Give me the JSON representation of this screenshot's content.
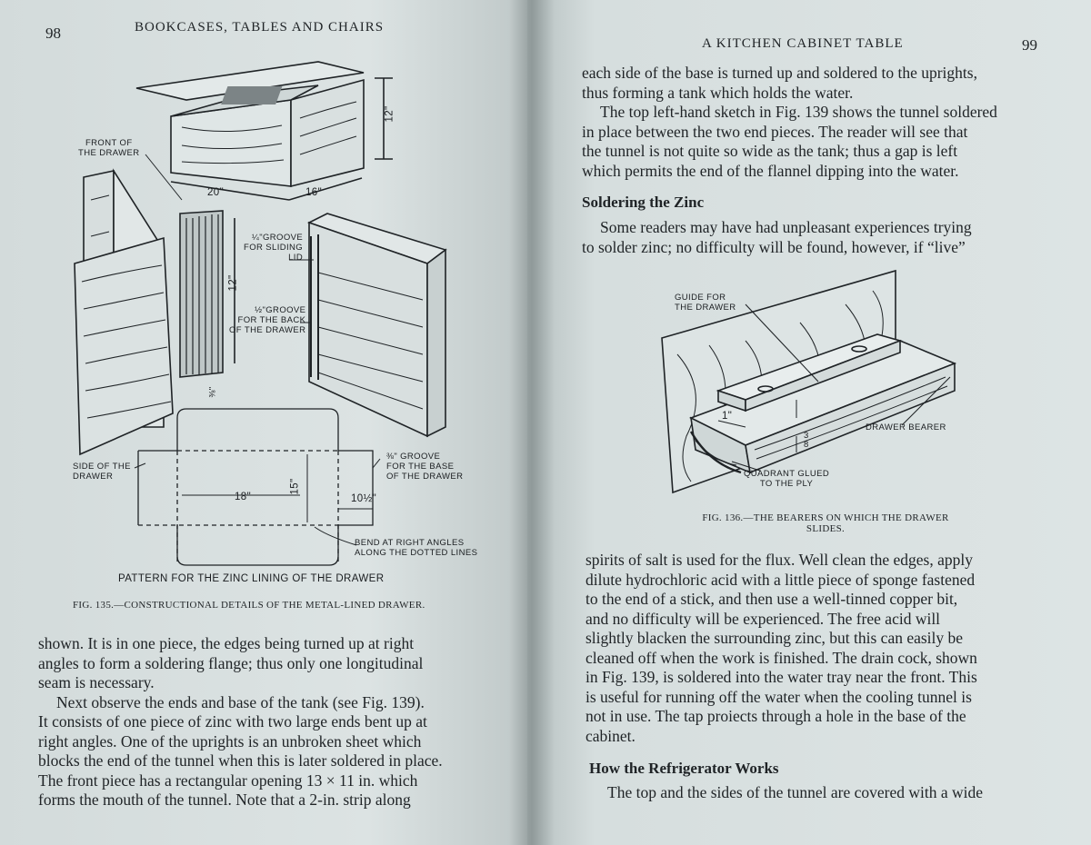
{
  "left_page": {
    "page_number": "98",
    "running_head": "BOOKCASES, TABLES AND CHAIRS",
    "figure": {
      "labels": {
        "front_of_drawer": "FRONT OF\nTHE DRAWER",
        "dim_20": "20\"",
        "dim_16": "16\"",
        "dim_12_top": "12\"",
        "groove_lid": "¼\"GROOVE\nFOR SLIDING\nLID",
        "groove_back": "½\"GROOVE\nFOR THE BACK\nOF THE DRAWER",
        "dim_12_side": "12\"",
        "dim_3_8": "⅜\"",
        "side_of_drawer": "SIDE OF THE\nDRAWER",
        "groove_base": "⅜\" GROOVE\nFOR THE BASE\nOF THE DRAWER",
        "dim_18": "18\"",
        "dim_15": "15\"",
        "dim_10_half": "10½\"",
        "bend_note": "BEND AT RIGHT ANGLES\nALONG THE DOTTED LINES",
        "pattern_title": "PATTERN FOR THE ZINC LINING OF THE DRAWER"
      },
      "caption_num": "FIG. 135.",
      "caption_text": "—CONSTRUCTIONAL DETAILS OF THE METAL-LINED DRAWER."
    },
    "paragraph_1": [
      "shown. It is in one piece, the edges being turned up at right",
      "angles to form a soldering flange; thus only one longitudinal",
      "seam is necessary."
    ],
    "paragraph_2": [
      "Next observe the ends and base of the tank (see Fig. 139).",
      "It consists of one piece of zinc with two large ends bent up at",
      "right angles. One of the uprights is an unbroken sheet which",
      "blocks the end of the tunnel when this is later soldered in place.",
      "The front piece has a rectangular opening 13 × 11 in. which",
      "forms the mouth of the tunnel. Note that a 2-in. strip along"
    ]
  },
  "right_page": {
    "page_number": "99",
    "running_head": "A KITCHEN CABINET TABLE",
    "paragraph_1": [
      "each side of the base is turned up and soldered to the uprights,",
      "thus forming a tank which holds the water."
    ],
    "paragraph_2": [
      "The top left-hand sketch in Fig. 139 shows the tunnel soldered",
      "in place between the two end pieces. The reader will see that",
      "the tunnel is not quite so wide as the tank; thus a gap is left",
      "which permits the end of the flannel dipping into the water."
    ],
    "heading_1": "Soldering the Zinc",
    "paragraph_3": [
      "Some readers may have had unpleasant experiences trying",
      "to solder zinc; no difficulty will be found, however, if “live”"
    ],
    "figure": {
      "labels": {
        "guide": "GUIDE FOR\nTHE DRAWER",
        "dim_1": "1\"",
        "dim_3_8": "3\n8",
        "bearer": "DRAWER BEARER",
        "quadrant": "QUADRANT GLUED\nTO THE PLY"
      },
      "caption_num": "FIG. 136.",
      "caption_line1": "—THE BEARERS ON WHICH THE DRAWER",
      "caption_line2": "SLIDES."
    },
    "paragraph_4": [
      "spirits of salt is used for the flux. Well clean the edges, apply",
      "dilute hydrochloric acid with a little piece of sponge fastened",
      "to the end of a stick, and then use a well-tinned copper bit,",
      "and no difficulty will be experienced. The free acid will",
      "slightly blacken the surrounding zinc, but this can easily be",
      "cleaned off when the work is finished. The drain cock, shown",
      "in Fig. 139, is soldered into the water tray near the front. This",
      "is useful for running off the water when the cooling tunnel is",
      "not in use. The tap proiects through a hole in the base of the",
      "cabinet."
    ],
    "heading_2": "How the Refrigerator Works",
    "paragraph_5": [
      "The top and the sides of the tunnel are covered with a wide"
    ]
  }
}
